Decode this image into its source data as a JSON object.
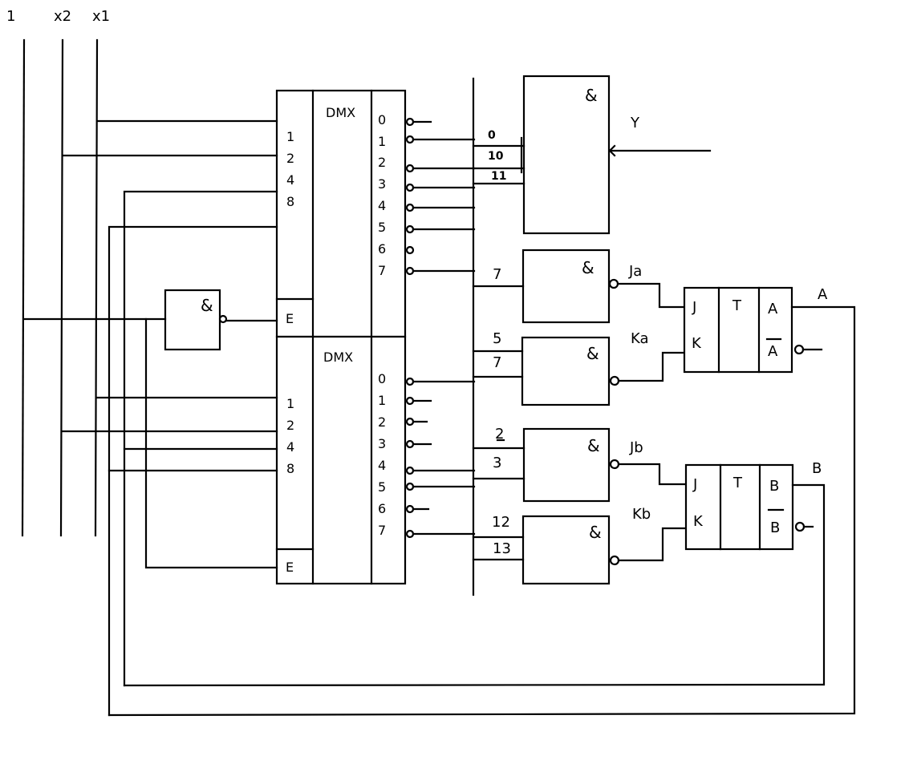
{
  "inputs": {
    "one": "1",
    "x2": "x2",
    "x1": "x1"
  },
  "dmx_top": {
    "title": "DMX",
    "address_labels": [
      "1",
      "2",
      "4",
      "8"
    ],
    "enable_label": "E",
    "outputs": [
      "0",
      "1",
      "2",
      "3",
      "4",
      "5",
      "6",
      "7"
    ]
  },
  "dmx_bottom": {
    "title": "DMX",
    "address_labels": [
      "1",
      "2",
      "4",
      "8"
    ],
    "enable_label": "E",
    "outputs": [
      "0",
      "1",
      "2",
      "3",
      "4",
      "5",
      "6",
      "7"
    ]
  },
  "not_gate": {
    "symbol": "&"
  },
  "and_gates": {
    "symbol": "&"
  },
  "y_gate": {
    "inputs": [
      "0",
      "10",
      "11"
    ],
    "output": "Y"
  },
  "ja_gate": {
    "inputs": [
      "7"
    ],
    "output": "Ja"
  },
  "ka_gate": {
    "inputs": [
      "5",
      "7"
    ],
    "output": "Ka"
  },
  "jb_gate": {
    "inputs": [
      "2",
      "3"
    ],
    "output": "Jb"
  },
  "kb_gate": {
    "inputs": [
      "12",
      "13"
    ],
    "output": "Kb"
  },
  "ff_a": {
    "j": "J",
    "k": "K",
    "t": "T",
    "q": "A",
    "qbar": "A",
    "output": "A"
  },
  "ff_b": {
    "j": "J",
    "k": "K",
    "t": "T",
    "q": "B",
    "qbar": "B",
    "output": "B"
  }
}
